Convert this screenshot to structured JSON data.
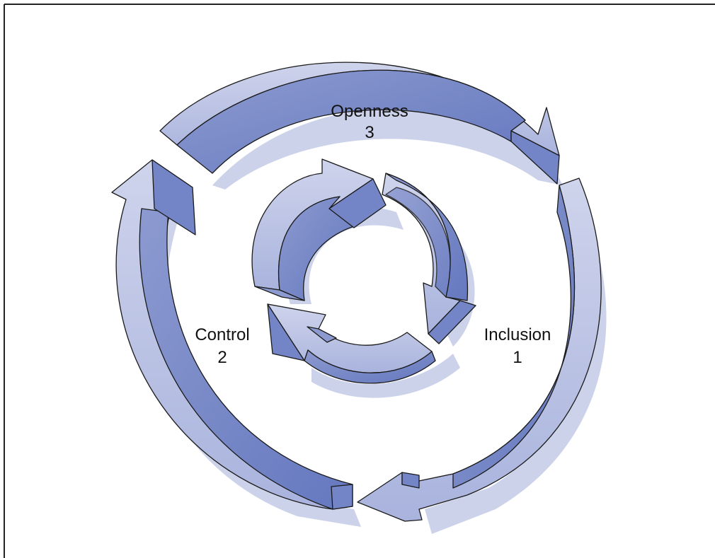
{
  "diagram": {
    "stages": [
      {
        "name": "Inclusion",
        "number": "1"
      },
      {
        "name": "Control",
        "number": "2"
      },
      {
        "name": "Openness",
        "number": "3"
      }
    ]
  },
  "colors": {
    "arrow_light": "#c5cbe6",
    "arrow_mid": "#8c9ad0",
    "arrow_dark": "#6b7fc2",
    "shadow": "#ccd2ea",
    "outline": "#1a1a1a"
  }
}
